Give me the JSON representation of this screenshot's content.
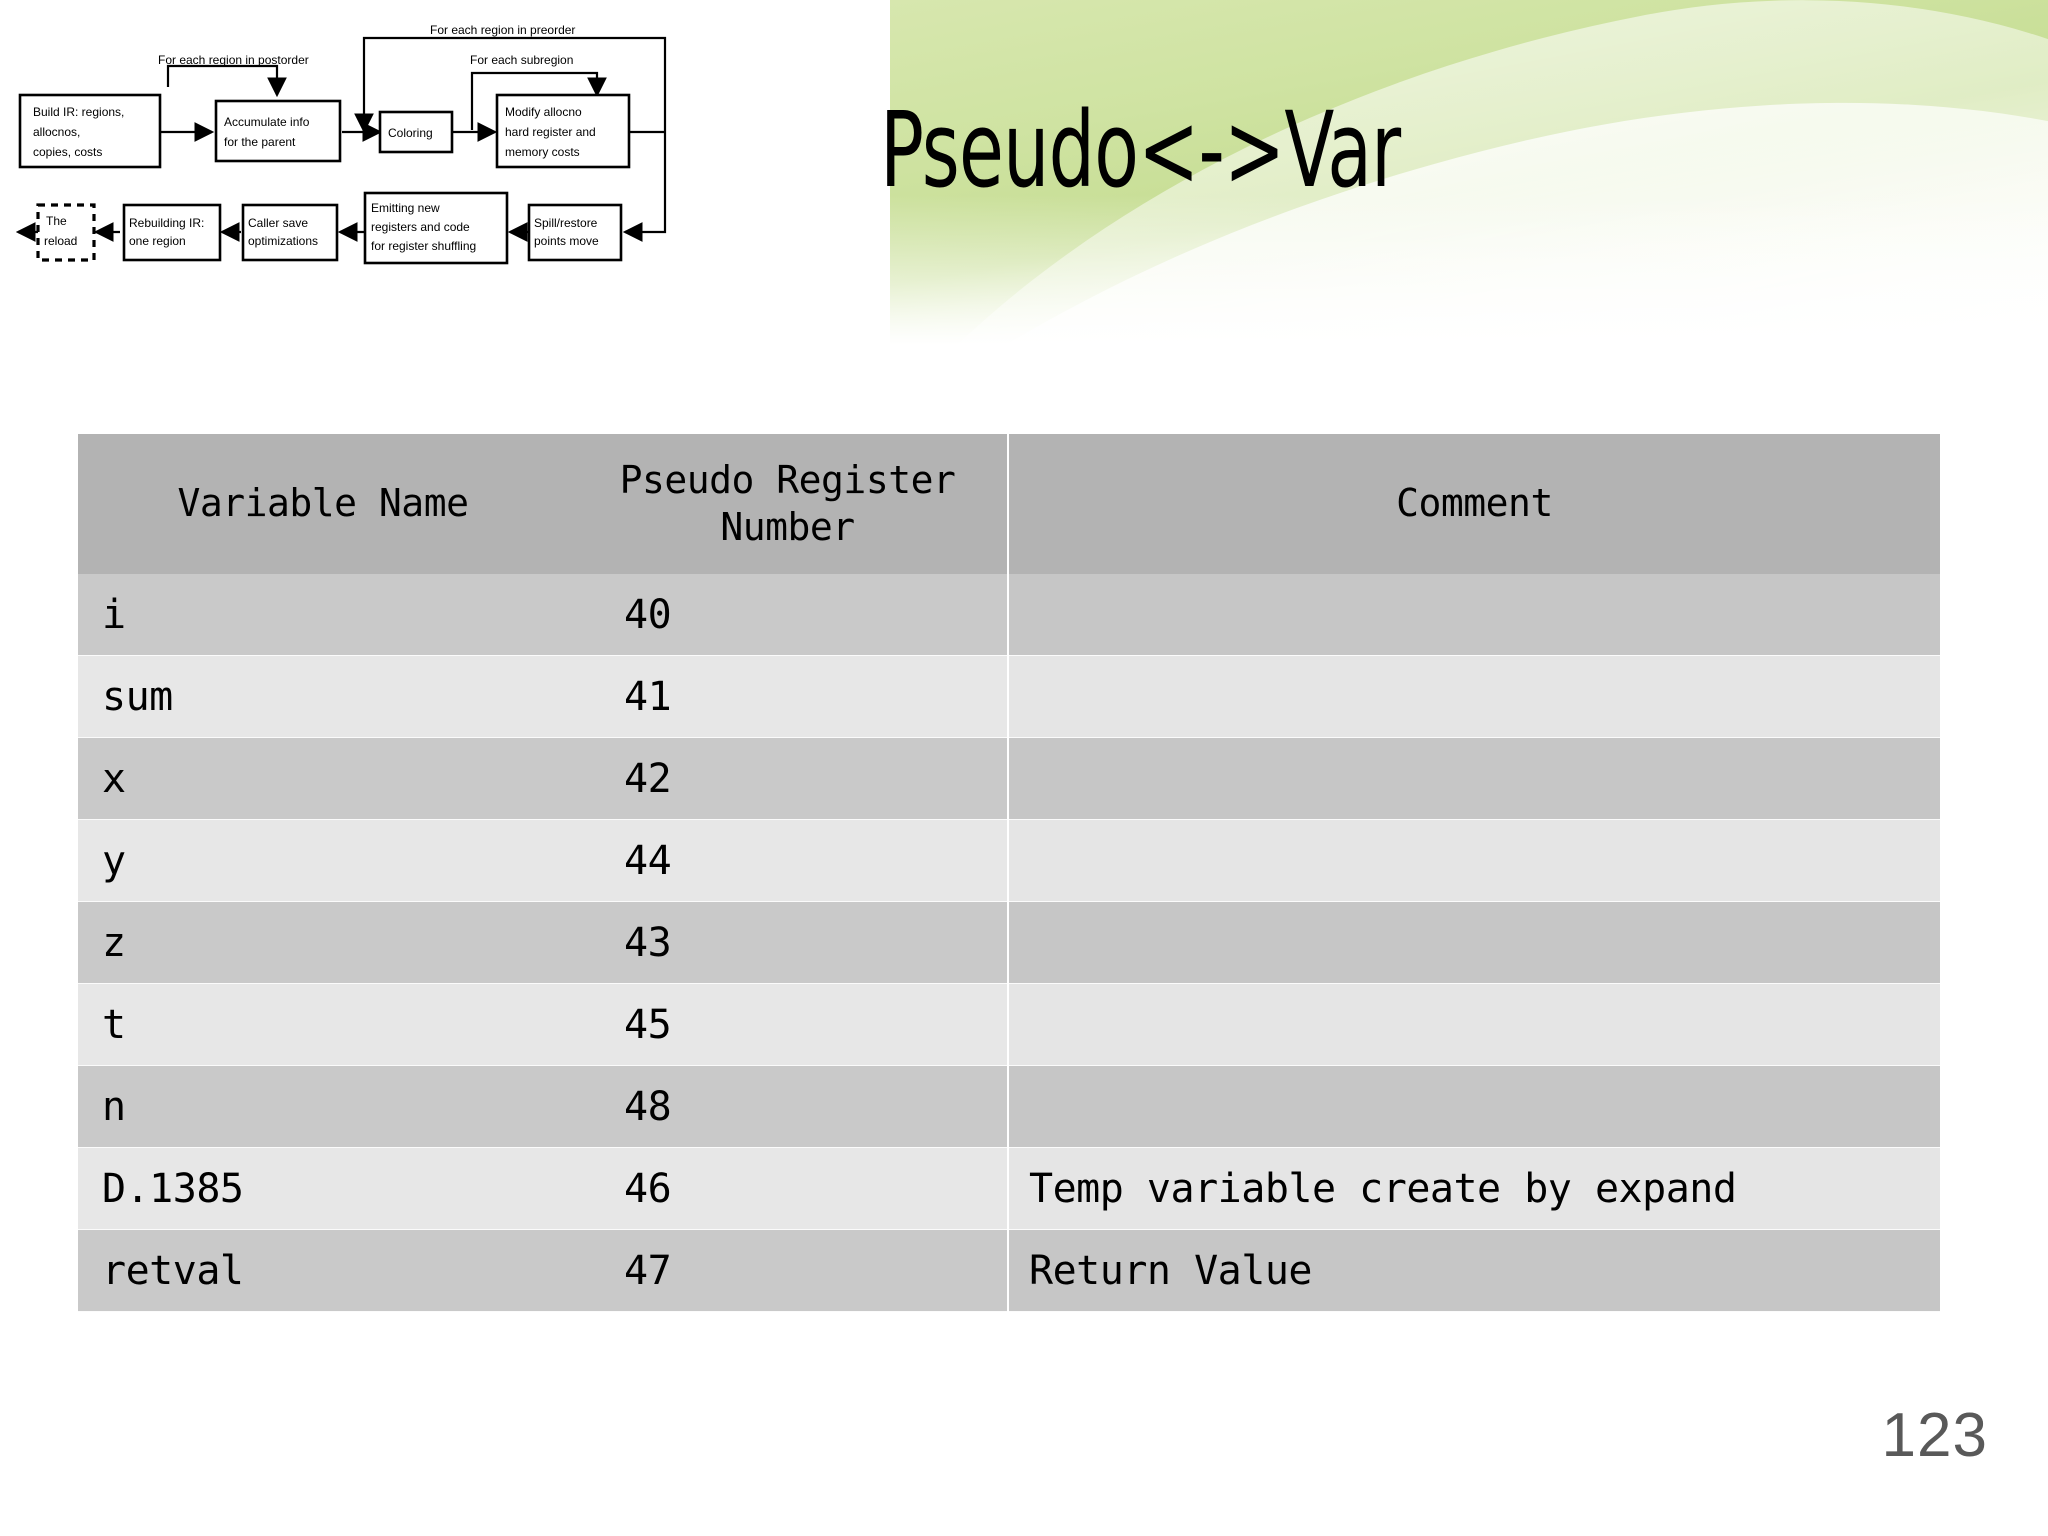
{
  "slide": {
    "title": "Pseudo<->Var",
    "page_number": "123"
  },
  "flowchart": {
    "labels": {
      "postorder": "For each region in postorder",
      "preorder": "For each region in preorder",
      "subregion": "For each subregion"
    },
    "nodes": {
      "build_ir": "Build IR: regions, allocnos, copies, costs",
      "build_ir_l1": "Build IR: regions,",
      "build_ir_l2": "allocnos,",
      "build_ir_l3": "copies, costs",
      "accumulate_l1": "Accumulate info",
      "accumulate_l2": "for the parent",
      "coloring": "Coloring",
      "modify_l1": "Modify allocno",
      "modify_l2": "hard register and",
      "modify_l3": "memory costs",
      "spill_l1": "Spill/restore",
      "spill_l2": "points move",
      "emitting_l1": "Emitting new",
      "emitting_l2": "registers and code",
      "emitting_l3": "for register shuffling",
      "caller_l1": "Caller save",
      "caller_l2": "optimizations",
      "rebuild_l1": "Rebuilding IR:",
      "rebuild_l2": "one region",
      "reload_l1": "The",
      "reload_l2": "reload"
    }
  },
  "table": {
    "columns": [
      "Variable Name",
      "Pseudo Register Number",
      "Comment"
    ],
    "header": {
      "col1": "Variable Name",
      "col2_line1": "Pseudo Register",
      "col2_line2": "Number",
      "col3": "Comment"
    },
    "rows": [
      {
        "name": "i",
        "reg": "40",
        "comment": ""
      },
      {
        "name": "sum",
        "reg": "41",
        "comment": ""
      },
      {
        "name": "x",
        "reg": "42",
        "comment": ""
      },
      {
        "name": "y",
        "reg": "44",
        "comment": ""
      },
      {
        "name": "z",
        "reg": "43",
        "comment": ""
      },
      {
        "name": "t",
        "reg": "45",
        "comment": ""
      },
      {
        "name": "n",
        "reg": "48",
        "comment": ""
      },
      {
        "name": "D.1385",
        "reg": "46",
        "comment": "Temp variable create by expand"
      },
      {
        "name": "retval",
        "reg": "47",
        "comment": "Return Value"
      }
    ]
  },
  "colors": {
    "banner_green": "#c6dd93",
    "header_gray": "#b3b3b3",
    "row_dark": "#c9c9c9",
    "row_light": "#e7e7e7",
    "page_number_gray": "#595959"
  }
}
